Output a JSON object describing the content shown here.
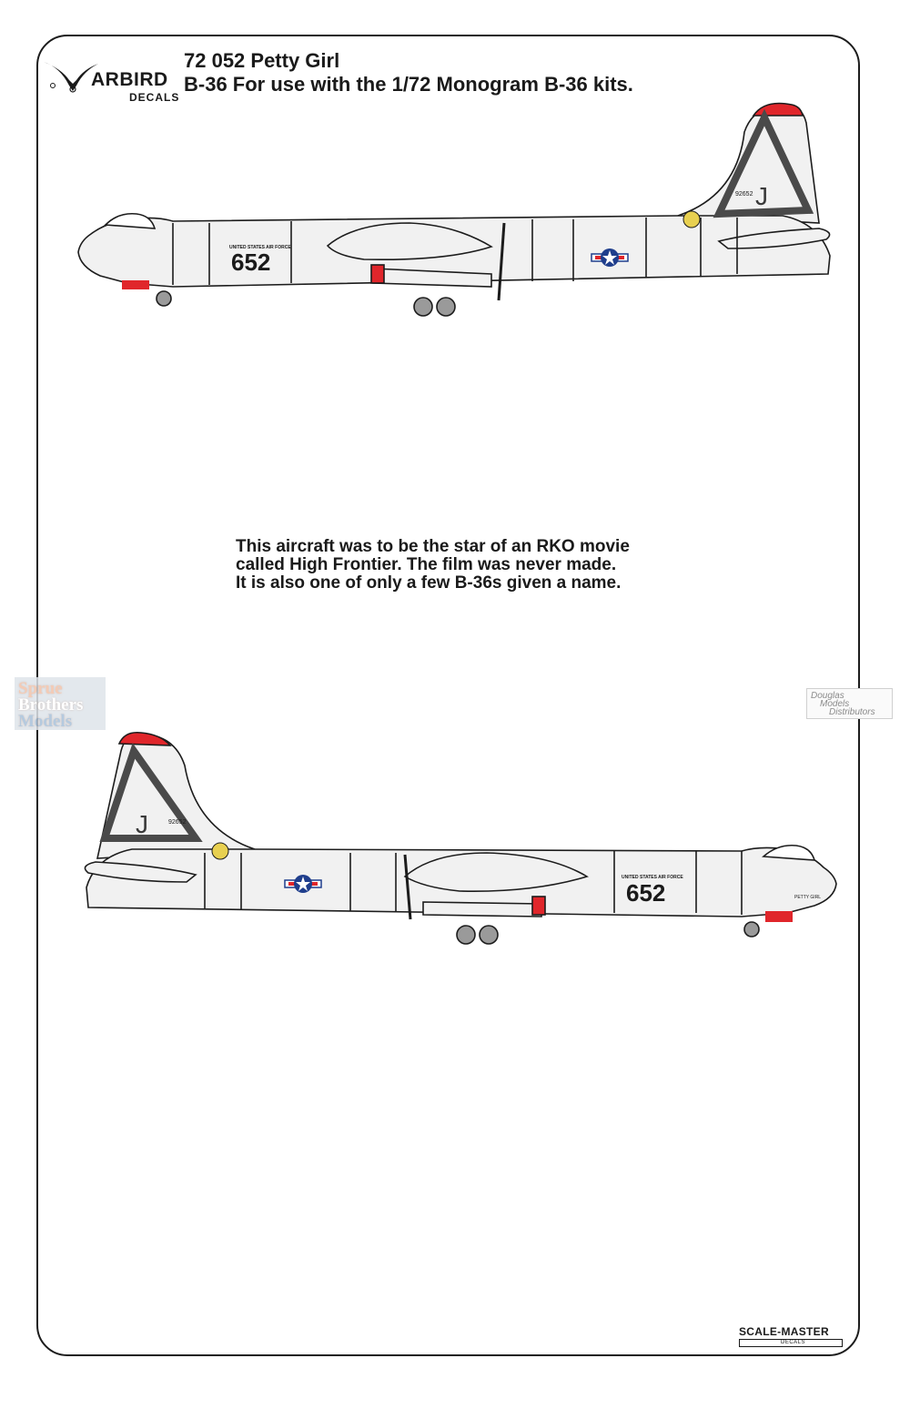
{
  "header": {
    "logo_word": "ARBIRD",
    "logo_sub": "DECALS",
    "title_line_1": "72 052  Petty Girl",
    "title_line_2": "B-36 For use with the 1/72 Monogram B-36 kits."
  },
  "aircraft": {
    "fuselage_text_small": "UNITED STATES AIR FORCE",
    "fuselage_number": "652",
    "tail_number": "92652",
    "tail_letter": "J",
    "nose_art_name": "PETTY GIRL"
  },
  "description": {
    "lines": [
      "This aircraft was to be the star of an RKO movie",
      "called High Frontier.  The film was never made.",
      "It is also one of only a few B-36s given a name."
    ]
  },
  "watermarks": {
    "left": [
      "Sprue",
      "Brothers",
      "Models"
    ],
    "right": [
      "Douglas",
      "Models",
      "Distributors"
    ]
  },
  "footer": {
    "brand": "SCALE-MASTER",
    "brand_sub": "DECALS"
  },
  "colors": {
    "outline": "#1c1c1c",
    "fuselage": "#f1f1f1",
    "tail_tip": "#e0262b",
    "triangle": "#4a4a4a",
    "insignia_blue": "#1f3e8c",
    "badge_yellow": "#e8d050"
  }
}
